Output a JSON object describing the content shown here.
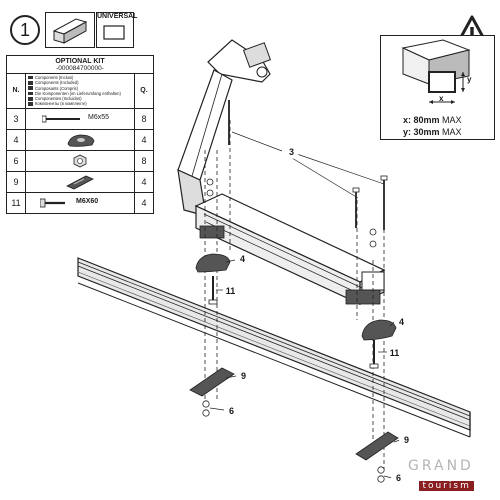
{
  "step": {
    "number": "1"
  },
  "header": {
    "universal_label": "UNIVERSAL"
  },
  "optional_kit": {
    "title": "OPTIONAL KIT",
    "code": "-000084700000-",
    "col_n": "N.",
    "col_q": "Q.",
    "languages": [
      "Componenti (Inclusi)",
      "Components (Included)",
      "Composants (Compris)",
      "Die Komponenten (im Lieferumfang enthalten)",
      "Componentes (Incluidos)",
      "Компоненты (в комплекте)"
    ],
    "rows": [
      {
        "n": "3",
        "part": "screw",
        "spec": "M6x55",
        "q": "8"
      },
      {
        "n": "4",
        "part": "clamp-top",
        "spec": "",
        "q": "4"
      },
      {
        "n": "6",
        "part": "nut",
        "spec": "",
        "q": "8"
      },
      {
        "n": "9",
        "part": "clamp-bottom",
        "spec": "",
        "q": "4"
      },
      {
        "n": "11",
        "part": "bolt",
        "spec": "M6X60",
        "q": "4"
      }
    ]
  },
  "warning": {
    "x_label": "x",
    "y_label": "y",
    "x_prefix": "x: 80mm",
    "x_suffix": "MAX",
    "y_prefix": "y: 30mm",
    "y_suffix": "MAX"
  },
  "callouts": [
    "3",
    "4",
    "11",
    "4",
    "11",
    "9",
    "6",
    "9",
    "6"
  ],
  "watermark": {
    "brand": "GRAND",
    "sub": "tourism"
  }
}
